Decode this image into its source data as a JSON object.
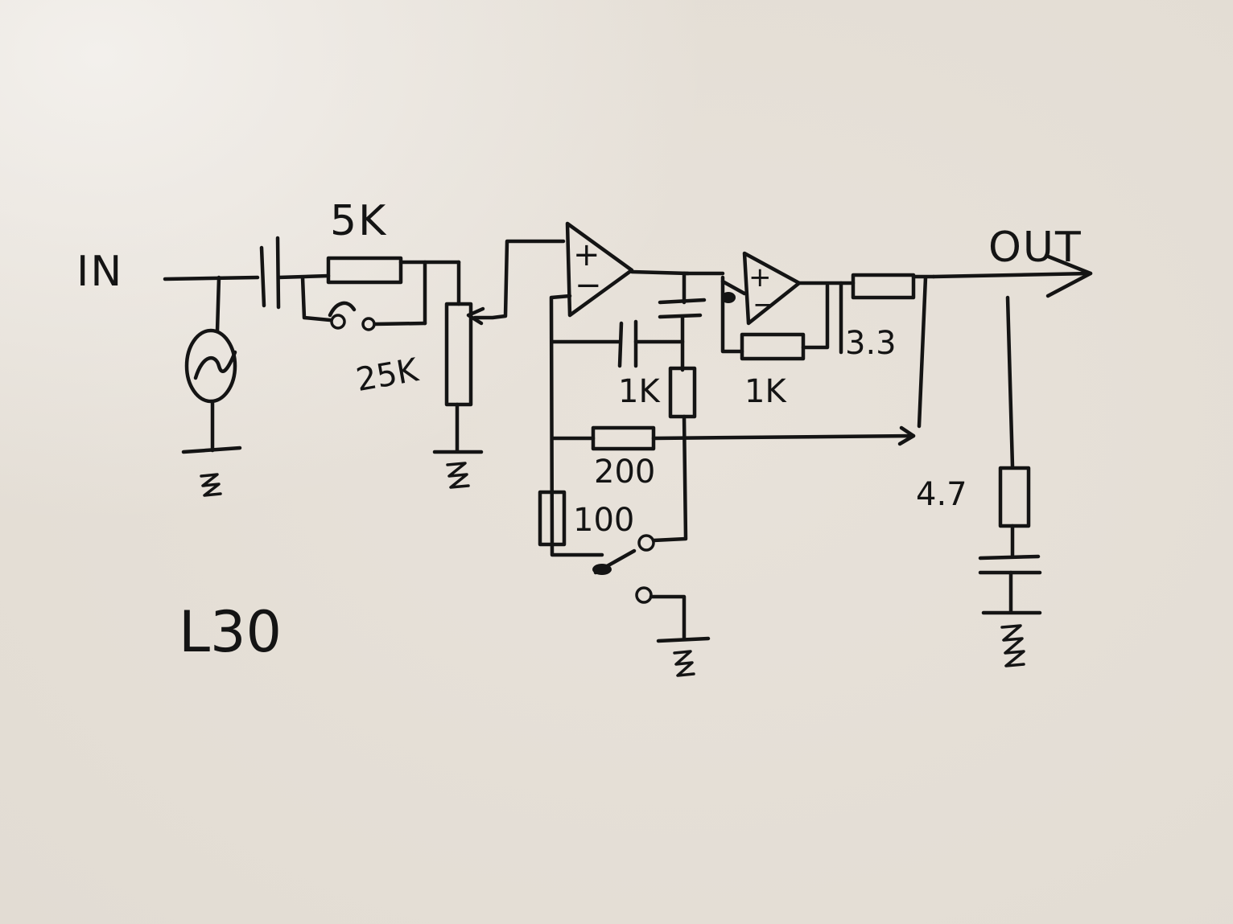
{
  "labels": {
    "input": "IN",
    "output": "OUT",
    "r_series": "5K",
    "pot": "25K",
    "r_feedback1": "1K",
    "r_feedback2": "1K",
    "r_200": "200",
    "r_100": "100",
    "r_out": "3.3",
    "c_out": "4.7",
    "sheet_id": "L30",
    "opamp1_plus": "+",
    "opamp1_minus": "−",
    "opamp2_plus": "+",
    "opamp2_minus": "−"
  },
  "ink_color": "#141414",
  "paper_color": "#e6e0d8"
}
